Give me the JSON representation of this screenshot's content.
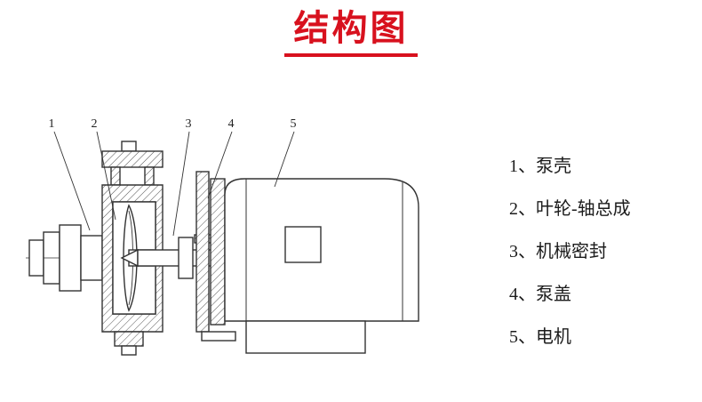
{
  "title": {
    "text": "结构图"
  },
  "diagram": {
    "description": "pump-motor cross-section structural drawing",
    "callouts": [
      "1",
      "2",
      "3",
      "4",
      "5"
    ]
  },
  "legend": {
    "items": [
      {
        "text": "1、泵壳"
      },
      {
        "text": "2、叶轮-轴总成"
      },
      {
        "text": "3、机械密封"
      },
      {
        "text": "4、泵盖"
      },
      {
        "text": "5、电机"
      }
    ]
  },
  "colors": {
    "title_red": "#d8111e",
    "line": "#333333",
    "background": "#ffffff"
  }
}
